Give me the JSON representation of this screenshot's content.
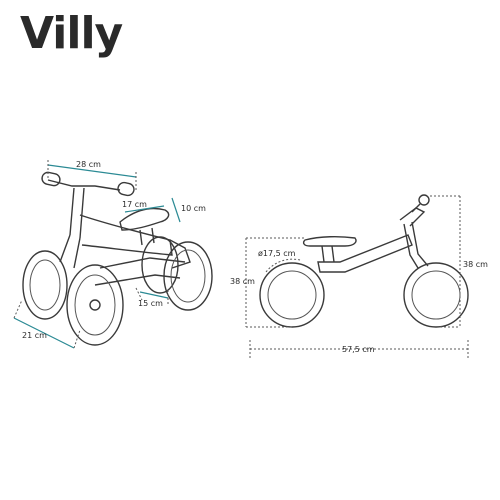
{
  "brand": {
    "title": "Villy"
  },
  "left_view": {
    "width_label": "28 cm",
    "seat_length_label": "17 cm",
    "seat_height_label": "10 cm",
    "wheel_gap_label": "15 cm",
    "depth_label": "21 cm"
  },
  "right_view": {
    "wheel_diameter_label": "ø17,5 cm",
    "seat_height_label": "38 cm",
    "handle_height_label": "38 cm",
    "length_label": "57,5 cm"
  },
  "colors": {
    "accent": "#2b8a94",
    "line": "#3a3a3a",
    "text": "#2a2a2a"
  }
}
